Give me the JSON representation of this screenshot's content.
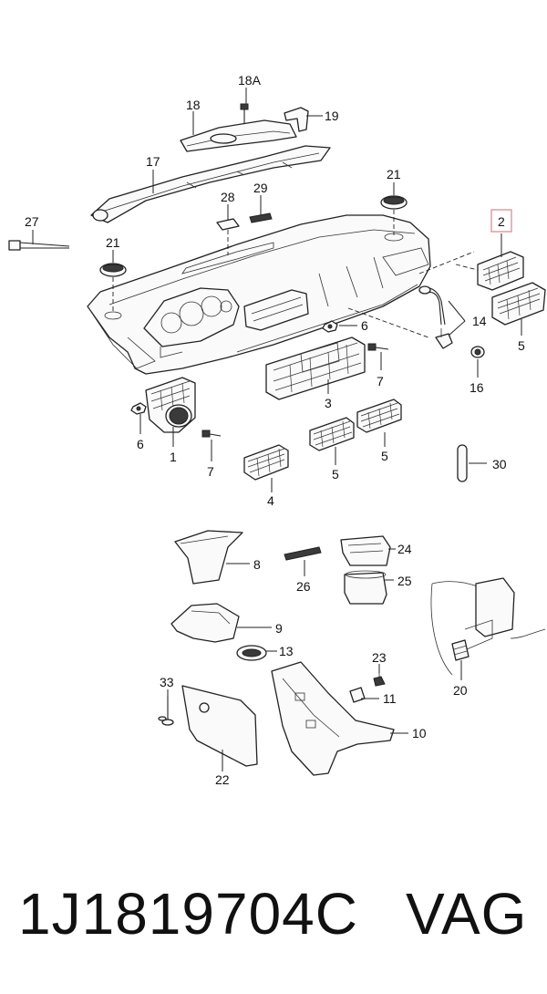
{
  "callouts": [
    {
      "id": "18A",
      "text": "18A"
    },
    {
      "id": "18",
      "text": "18"
    },
    {
      "id": "19",
      "text": "19"
    },
    {
      "id": "17",
      "text": "17"
    },
    {
      "id": "21a",
      "text": "21"
    },
    {
      "id": "28",
      "text": "28"
    },
    {
      "id": "29",
      "text": "29"
    },
    {
      "id": "2",
      "text": "2",
      "highlighted": true
    },
    {
      "id": "27",
      "text": "27"
    },
    {
      "id": "21b",
      "text": "21"
    },
    {
      "id": "6a",
      "text": "6"
    },
    {
      "id": "14",
      "text": "14"
    },
    {
      "id": "5a",
      "text": "5"
    },
    {
      "id": "7a",
      "text": "7"
    },
    {
      "id": "16",
      "text": "16"
    },
    {
      "id": "3",
      "text": "3"
    },
    {
      "id": "6b",
      "text": "6"
    },
    {
      "id": "1",
      "text": "1"
    },
    {
      "id": "7b",
      "text": "7"
    },
    {
      "id": "5b",
      "text": "5"
    },
    {
      "id": "5c",
      "text": "5"
    },
    {
      "id": "30",
      "text": "30"
    },
    {
      "id": "4",
      "text": "4"
    },
    {
      "id": "8",
      "text": "8"
    },
    {
      "id": "26",
      "text": "26"
    },
    {
      "id": "24",
      "text": "24"
    },
    {
      "id": "25",
      "text": "25"
    },
    {
      "id": "9",
      "text": "9"
    },
    {
      "id": "13",
      "text": "13"
    },
    {
      "id": "23",
      "text": "23"
    },
    {
      "id": "33",
      "text": "33"
    },
    {
      "id": "11",
      "text": "11"
    },
    {
      "id": "10",
      "text": "10"
    },
    {
      "id": "20",
      "text": "20"
    },
    {
      "id": "22",
      "text": "22"
    }
  ],
  "footer": {
    "part_number": "1J1819704C",
    "brand": "VAG"
  },
  "colors": {
    "highlight_box": "#e8909a",
    "ink": "#222222"
  }
}
